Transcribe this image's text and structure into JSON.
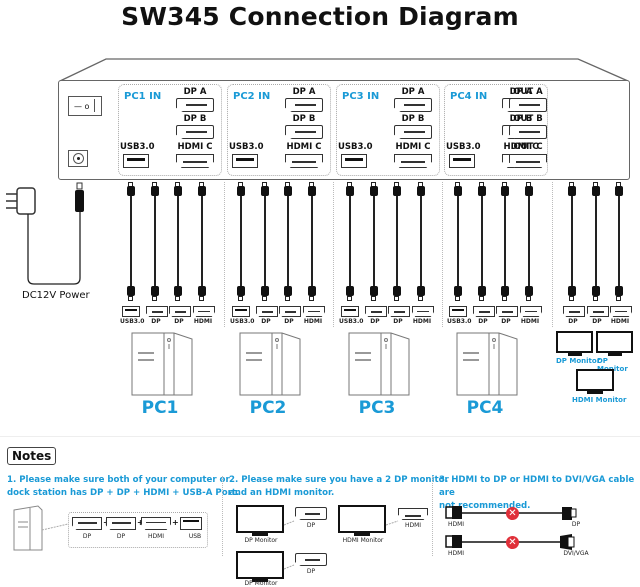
{
  "title": "SW345 Connection Diagram",
  "switch": {
    "inputs": [
      {
        "label": "PC1 IN",
        "ports": [
          "DP A",
          "DP B",
          "HDMI C",
          "USB3.0"
        ]
      },
      {
        "label": "PC2 IN",
        "ports": [
          "DP A",
          "DP B",
          "HDMI C",
          "USB3.0"
        ]
      },
      {
        "label": "PC3 IN",
        "ports": [
          "DP A",
          "DP B",
          "HDMI C",
          "USB3.0"
        ]
      },
      {
        "label": "PC4 IN",
        "ports": [
          "DP A",
          "DP B",
          "HDMI C",
          "USB3.0"
        ]
      }
    ],
    "outputs": [
      "OUT A",
      "OUT B",
      "OUT C"
    ],
    "power_switch_glyph": "— o"
  },
  "power": {
    "label": "DC12V Power"
  },
  "pc_cable_labels": [
    "USB3.0",
    "DP",
    "DP",
    "HDMI"
  ],
  "monitor_cable_labels": [
    "DP",
    "DP",
    "HDMI"
  ],
  "pcs": [
    "PC1",
    "PC2",
    "PC3",
    "PC4"
  ],
  "monitors": {
    "dp1": "DP Monitor",
    "dp2": "DP Monitor",
    "hdmi": "HDMI Monitor"
  },
  "notes": {
    "heading": "Notes",
    "note1": {
      "line1": "1. Please make sure both of your computer or",
      "line2": "dock station has DP + DP + HDMI + USB-A Port.",
      "ports": [
        "DP",
        "DP",
        "HDMI",
        "USB"
      ],
      "plus": "+"
    },
    "note2": {
      "line1": "2. Please make sure you have a 2 DP monitor",
      "line2": "and an HDMI monitor.",
      "dp_monitor": "DP Monitor",
      "hdmi_monitor": "HDMI Monitor",
      "dp_port": "DP",
      "hdmi_port": "HDMI"
    },
    "note3": {
      "line1": "3. HDMI to DP or HDMI to DVI/VGA cable are",
      "line2": "not recommended.",
      "row1": {
        "left": "HDMI",
        "right": "DP"
      },
      "row2": {
        "left": "HDMI",
        "right": "DVI/VGA"
      },
      "x_glyph": "✕"
    }
  }
}
